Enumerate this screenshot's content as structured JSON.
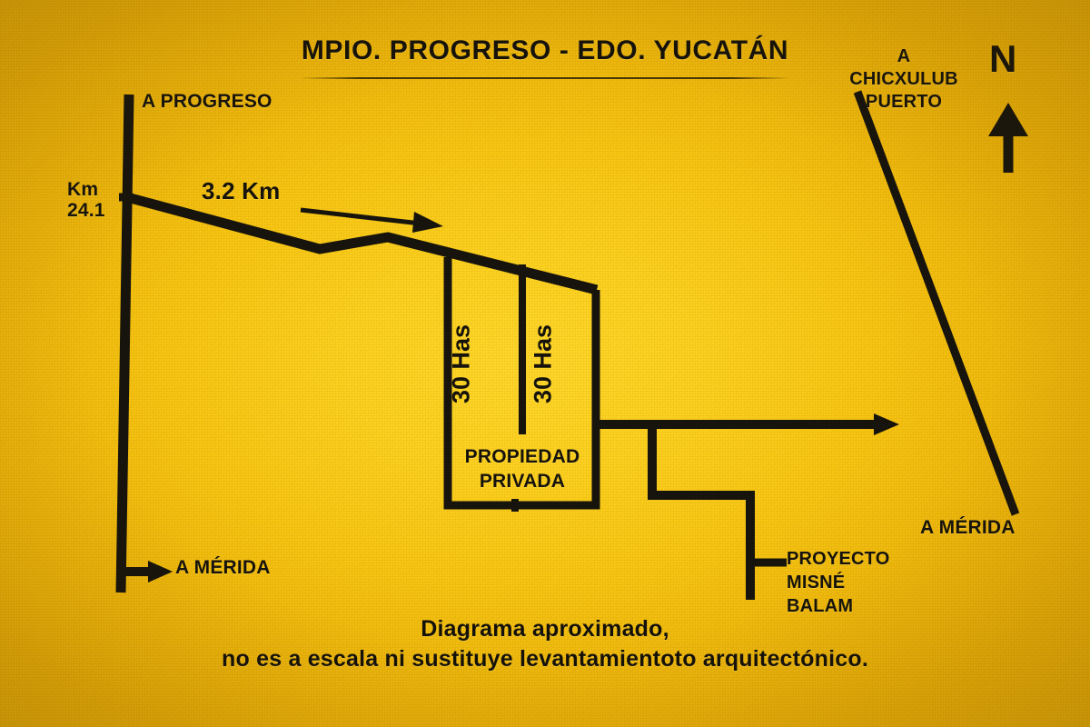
{
  "title": "MPIO. PROGRESO - EDO. YUCATÁN",
  "colors": {
    "background_center": "#FFD92A",
    "background_edge": "#E5AC08",
    "ink": "#16130c"
  },
  "labels": {
    "to_progreso": "A PROGRESO",
    "km_marker": "Km\n24.1",
    "distance": "3.2 Km",
    "to_chicxulub": "A\nCHICXULUB\nPUERTO",
    "north": "N",
    "to_merida_bottom_left": "A MÉRIDA",
    "to_merida_bottom_right": "A MÉRIDA",
    "project": "PROYECTO\nMISNÉ\nBALAM",
    "property": "PROPIEDAD\nPRIVADA"
  },
  "parcels": [
    {
      "area": "30 Has"
    },
    {
      "area": "30 Has"
    }
  ],
  "caption": "Diagrama aproximado,\nno es a escala ni sustituye levantamientoto arquitectónico."
}
